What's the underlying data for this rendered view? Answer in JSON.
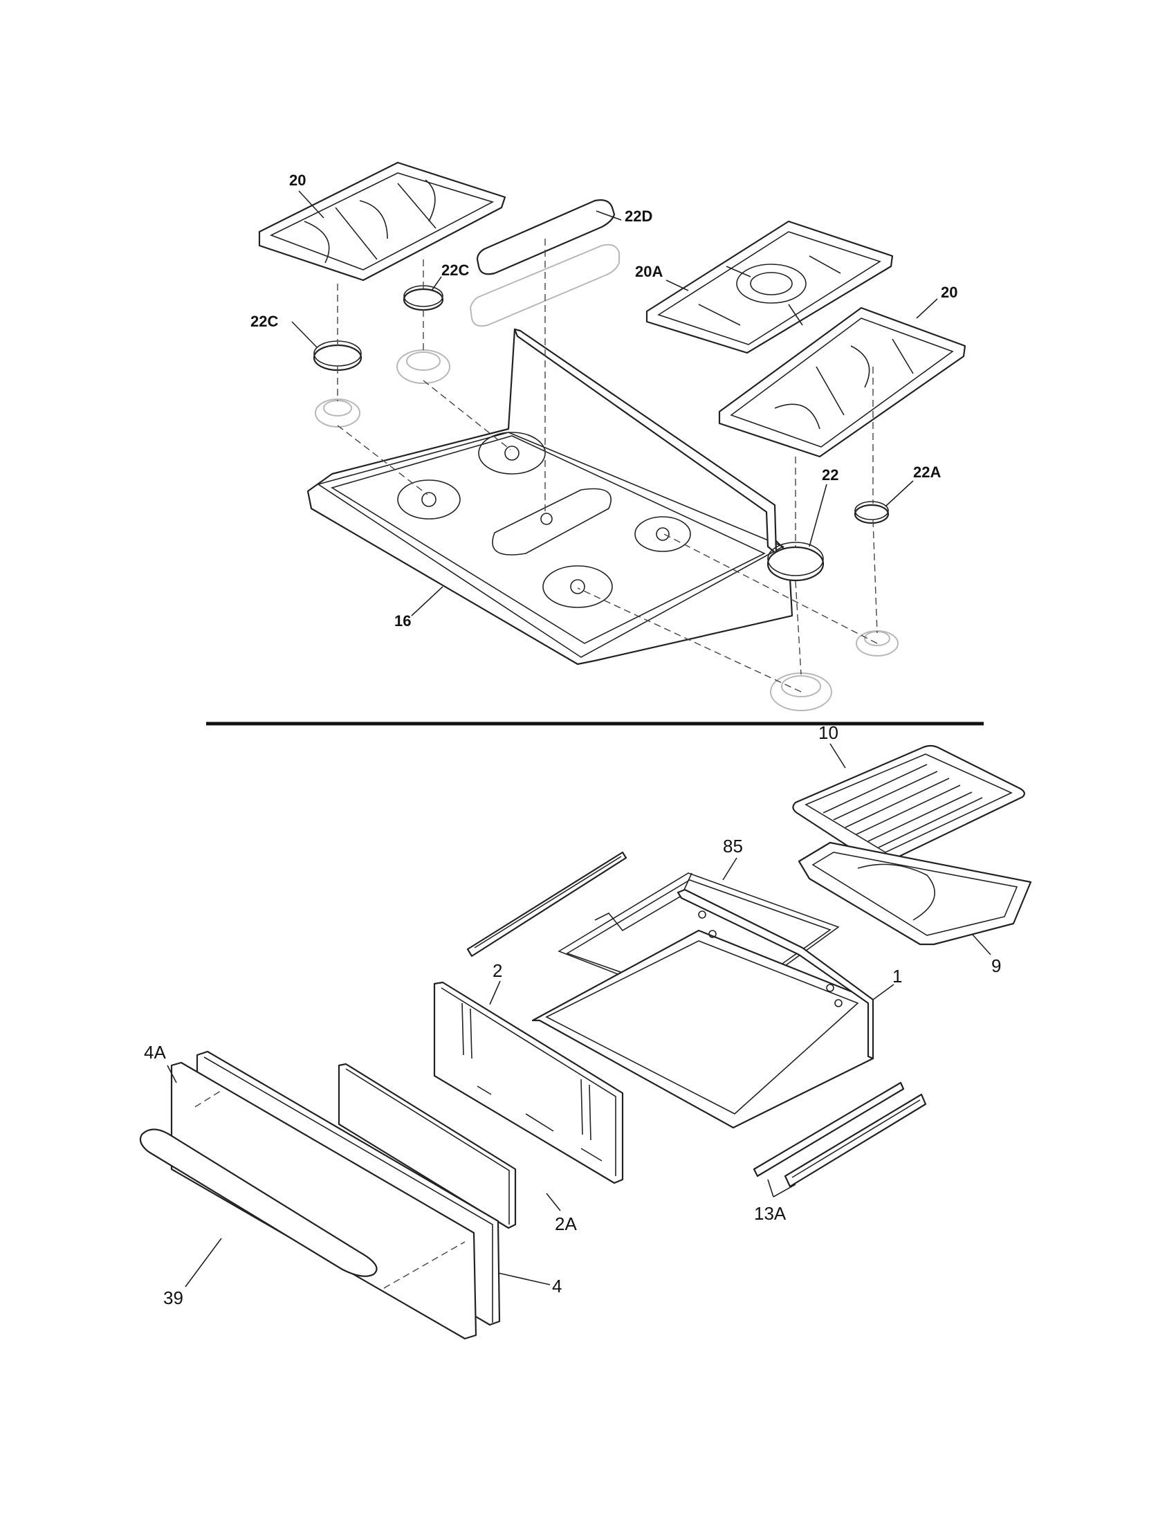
{
  "colors": {
    "line": "#222222",
    "ghost": "#b8b8b8",
    "background": "#ffffff"
  },
  "callouts": {
    "grate_left": "20",
    "cap_oval": "22D",
    "cap_small_rear": "22C",
    "cap_small_left": "22C",
    "grate_center": "20A",
    "grate_right": "20",
    "cap_large": "22",
    "cap_small_right": "22A",
    "cooktop": "16",
    "broil_grid": "10",
    "broil_pan": "9",
    "rack_85": "85",
    "drawer_liner": "1",
    "drawer_back": "2",
    "drawer_panel_inner": "2A",
    "drawer_front_4A": "4A",
    "drawer_front_4": "4",
    "drawer_handle": "39",
    "drawer_slide": "13A"
  }
}
